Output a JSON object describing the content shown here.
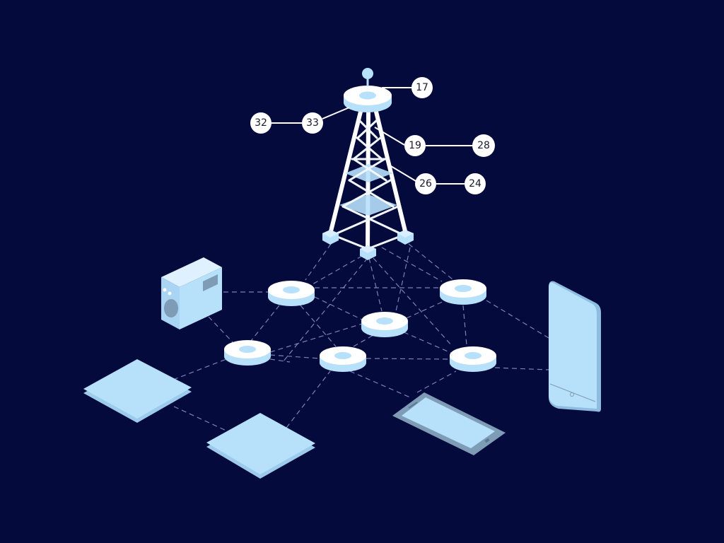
{
  "scene": {
    "title": "Cell tower network diagram",
    "background": "#040a3c",
    "accent_light": "#b7e0fb",
    "accent_white": "#ffffff",
    "link_color": "#8f97cf"
  },
  "callouts": [
    {
      "id": "c17",
      "text": "17"
    },
    {
      "id": "c32",
      "text": "32"
    },
    {
      "id": "c33",
      "text": "33"
    },
    {
      "id": "c19",
      "text": "19"
    },
    {
      "id": "c28",
      "text": "28"
    },
    {
      "id": "c26",
      "text": "26"
    },
    {
      "id": "c24",
      "text": "24"
    }
  ],
  "tower": {
    "name": "cell-tower",
    "parts": [
      "antenna-ball",
      "top-platform",
      "lattice-mast",
      "base-feet"
    ]
  },
  "nodes": [
    {
      "id": "hub-1"
    },
    {
      "id": "hub-2"
    },
    {
      "id": "hub-3"
    },
    {
      "id": "hub-4"
    },
    {
      "id": "hub-5"
    },
    {
      "id": "hub-6"
    }
  ],
  "devices": [
    {
      "id": "speaker-box",
      "type": "speaker"
    },
    {
      "id": "tablet-left",
      "type": "tablet"
    },
    {
      "id": "tablet-bottom",
      "type": "tablet"
    },
    {
      "id": "phone-flat",
      "type": "smartphone"
    },
    {
      "id": "phone-upright",
      "type": "smartphone"
    }
  ]
}
